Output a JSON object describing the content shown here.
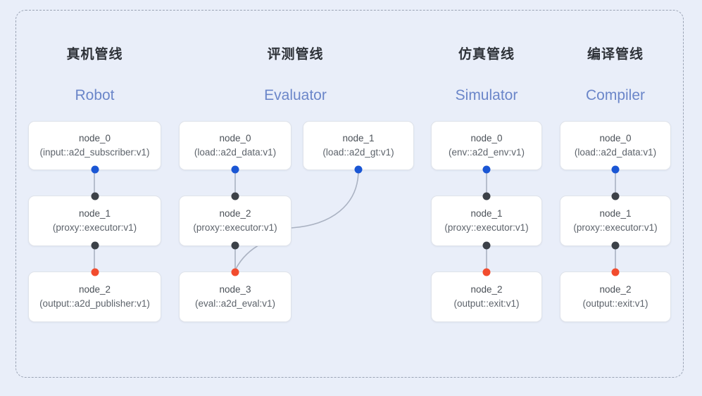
{
  "frame": {
    "border_color": "#9aa3b4",
    "background": "#e9eef9"
  },
  "palette": {
    "port_input": "#1a56d4",
    "port_mid": "#3c4148",
    "port_output": "#f24c2e",
    "edge": "#aab2c2",
    "title_cn": "#2e3238",
    "title_en": "#6b86c9"
  },
  "columns": [
    {
      "id": "robot",
      "title_cn": "真机管线",
      "title_en": "Robot",
      "nodes": [
        {
          "name": "node_0",
          "type": "(input::a2d_subscriber:v1)"
        },
        {
          "name": "node_1",
          "type": "(proxy::executor:v1)"
        },
        {
          "name": "node_2",
          "type": "(output::a2d_publisher:v1)"
        }
      ]
    },
    {
      "id": "evaluator",
      "title_cn": "评测管线",
      "title_en": "Evaluator",
      "nodes": [
        {
          "name": "node_0",
          "type": "(load::a2d_data:v1)"
        },
        {
          "name": "node_2",
          "type": "(proxy::executor:v1)"
        },
        {
          "name": "node_3",
          "type": "(eval::a2d_eval:v1)"
        }
      ],
      "side_nodes": [
        {
          "name": "node_1",
          "type": "(load::a2d_gt:v1)"
        }
      ]
    },
    {
      "id": "simulator",
      "title_cn": "仿真管线",
      "title_en": "Simulator",
      "nodes": [
        {
          "name": "node_0",
          "type": "(env::a2d_env:v1)"
        },
        {
          "name": "node_1",
          "type": "(proxy::executor:v1)"
        },
        {
          "name": "node_2",
          "type": "(output::exit:v1)"
        }
      ]
    },
    {
      "id": "compiler",
      "title_cn": "编译管线",
      "title_en": "Compiler",
      "nodes": [
        {
          "name": "node_0",
          "type": "(load::a2d_data:v1)"
        },
        {
          "name": "node_1",
          "type": "(proxy::executor:v1)"
        },
        {
          "name": "node_2",
          "type": "(output::exit:v1)"
        }
      ]
    }
  ]
}
